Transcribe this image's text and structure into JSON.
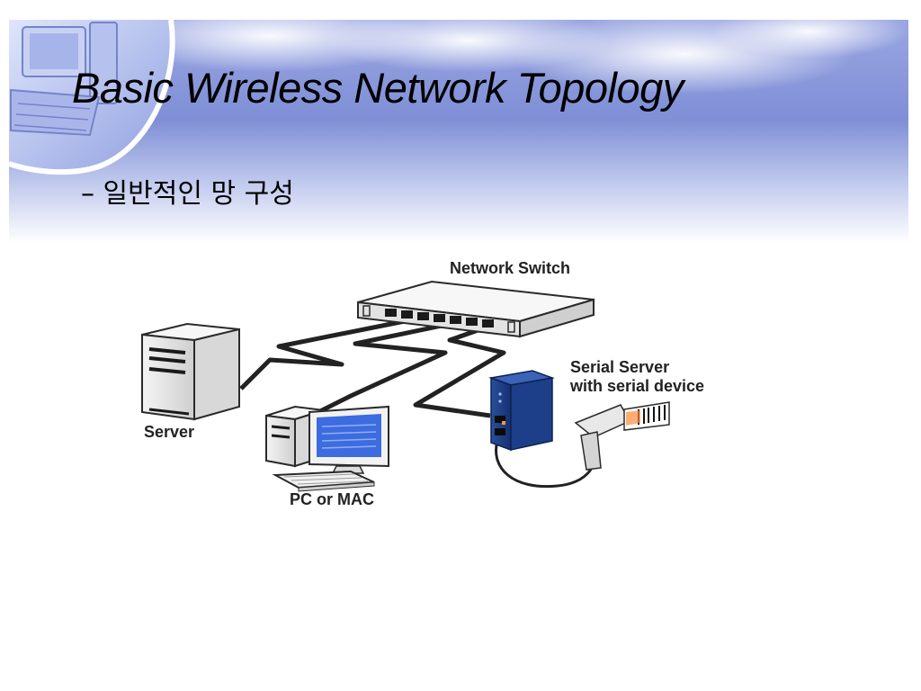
{
  "slide": {
    "title": "Basic Wireless Network Topology",
    "bullet": "– 일반적인 망 구성"
  },
  "diagram": {
    "labels": {
      "switch": "Network Switch",
      "serial_line1": "Serial Server",
      "serial_line2": "with serial device",
      "server": "Server",
      "pc": "PC or MAC"
    }
  },
  "colors": {
    "banner_top": "#7f8fd6",
    "banner_bottom": "#ffffff",
    "serial_server_body": "#1d3f8a",
    "monitor_screen": "#3d6be0",
    "cable": "#222222"
  }
}
